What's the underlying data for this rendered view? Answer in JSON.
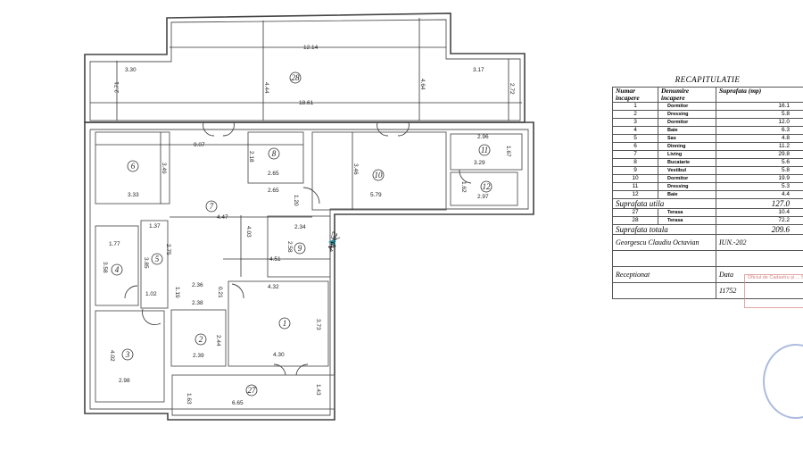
{
  "plan": {
    "rooms": [
      "1",
      "2",
      "3",
      "4",
      "5",
      "6",
      "7",
      "8",
      "9",
      "10",
      "11",
      "12",
      "27",
      "28"
    ],
    "dims": {
      "d12_14": "12.14",
      "d3_30": "3.30",
      "d2_71": "2.71",
      "d4_44": "4.44",
      "d18_61": "18.61",
      "d4_64": "4.64",
      "d3_17": "3.17",
      "d2_72": "2.72",
      "d9_07": "9.07",
      "d3_49": "3.49",
      "d3_33": "3.33",
      "d2_18": "2.18",
      "d2_65a": "2.65",
      "d2_65b": "2.65",
      "d1_20": "1.20",
      "d3_46": "3.46",
      "d5_79": "5.79",
      "d2_96": "2.96",
      "d1_67": "1.67",
      "d3_29": "3.29",
      "d1_62": "1.62",
      "d2_97": "2.97",
      "d4_47": "4.47",
      "d1_37": "1.37",
      "d2_34": "2.34",
      "d4_03": "4.03",
      "d2_58": "2.58",
      "d4_51": "4.51",
      "d1_77": "1.77",
      "d3_58": "3.58",
      "d3_85": "3.85",
      "d2_75": "2.75",
      "d1_02": "1.02",
      "d2_36": "2.36",
      "d1_19": "1.19",
      "d0_21": "0.21",
      "d4_32": "4.32",
      "d2_38": "2.38",
      "d3_73": "3.73",
      "d2_44": "2.44",
      "d2_39": "2.39",
      "d4_30": "4.30",
      "d4_02": "4.02",
      "d2_98": "2.98",
      "d1_63a": "1.63",
      "d6_65": "6.65",
      "d1_43": "1.43"
    },
    "entrance": "Ap.62"
  },
  "recap": {
    "title": "RECAPITULATIE",
    "headers": [
      "Numar incapere",
      "Denumire incapere",
      "Suprafata (mp)"
    ],
    "rows": [
      [
        "1",
        "Dormitor",
        "16.1"
      ],
      [
        "2",
        "Dressing",
        "5.8"
      ],
      [
        "3",
        "Dormitor",
        "12.0"
      ],
      [
        "4",
        "Baie",
        "6.3"
      ],
      [
        "5",
        "Sas",
        "4.8"
      ],
      [
        "6",
        "Dinning",
        "11.2"
      ],
      [
        "7",
        "Living",
        "29.8"
      ],
      [
        "8",
        "Bucatarie",
        "5.6"
      ],
      [
        "9",
        "Vestibul",
        "5.8"
      ],
      [
        "10",
        "Dormitor",
        "19.9"
      ],
      [
        "11",
        "Dressing",
        "5.3"
      ],
      [
        "12",
        "Baie",
        "4.4"
      ]
    ],
    "utila_label": "Suprafata utila",
    "utila_value": "127.0",
    "terrace_rows": [
      [
        "27",
        "Terasa",
        "10.4"
      ],
      [
        "28",
        "Terasa",
        "72.2"
      ]
    ],
    "totala_label": "Suprafata totala",
    "totala_value": "209.6",
    "author": "Georgescu Claudiu Octavian",
    "date": "IUN.-202",
    "received_label": "Receptionat",
    "data_label": "Data",
    "number": "11752",
    "stamp_text": "Oficiul de Cadastru și ... STAN"
  }
}
